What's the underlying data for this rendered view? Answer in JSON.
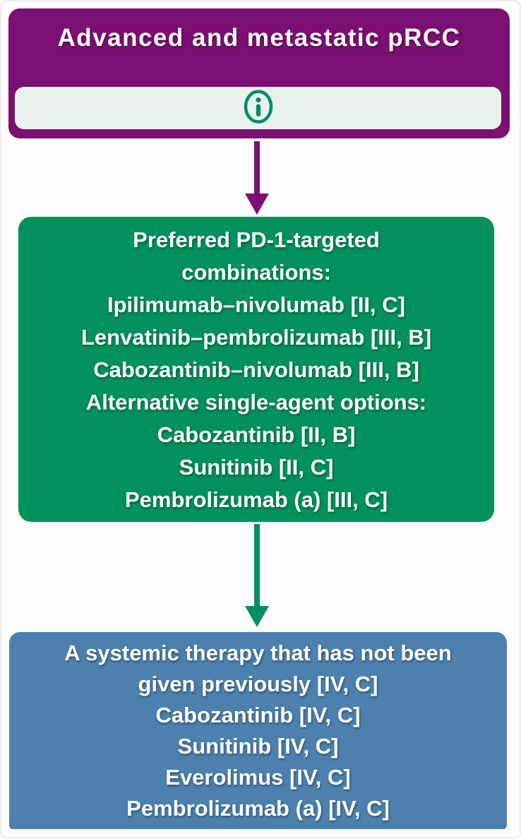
{
  "page": {
    "background": "#fdfdfd",
    "type": "treatment-algorithm-flowchart"
  },
  "colors": {
    "purple_box": "#7C0F72",
    "green_box": "#00915C",
    "blue_box": "#4C81AE",
    "info_band_bg": "#E7F3EC",
    "info_icon": "#0B8A6D",
    "text": "#FFFFFF"
  },
  "flowchart": {
    "top_box": {
      "title": "Advanced and metastatic pRCC",
      "info_button": {
        "icon": "info-icon"
      }
    },
    "arrow_top_to_middle": {
      "direction": "down",
      "color": "#7C0F72"
    },
    "middle_box": {
      "lines": [
        "Preferred PD-1-targeted",
        "combinations:",
        "Ipilimumab–nivolumab [II, C]",
        "Lenvatinib–pembrolizumab [III, B]",
        "Cabozantinib–nivolumab [III, B]",
        "Alternative single-agent options:",
        "Cabozantinib [II, B]",
        "Sunitinib [II, C]",
        "Pembrolizumab (a) [III, C]"
      ]
    },
    "arrow_middle_to_bottom": {
      "direction": "down",
      "color": "#00915C"
    },
    "bottom_box": {
      "lines": [
        "A systemic therapy that has not been",
        "given previously [IV, C]",
        "Cabozantinib [IV, C]",
        "Sunitinib [IV, C]",
        "Everolimus [IV, C]",
        "Pembrolizumab (a) [IV, C]"
      ]
    }
  }
}
